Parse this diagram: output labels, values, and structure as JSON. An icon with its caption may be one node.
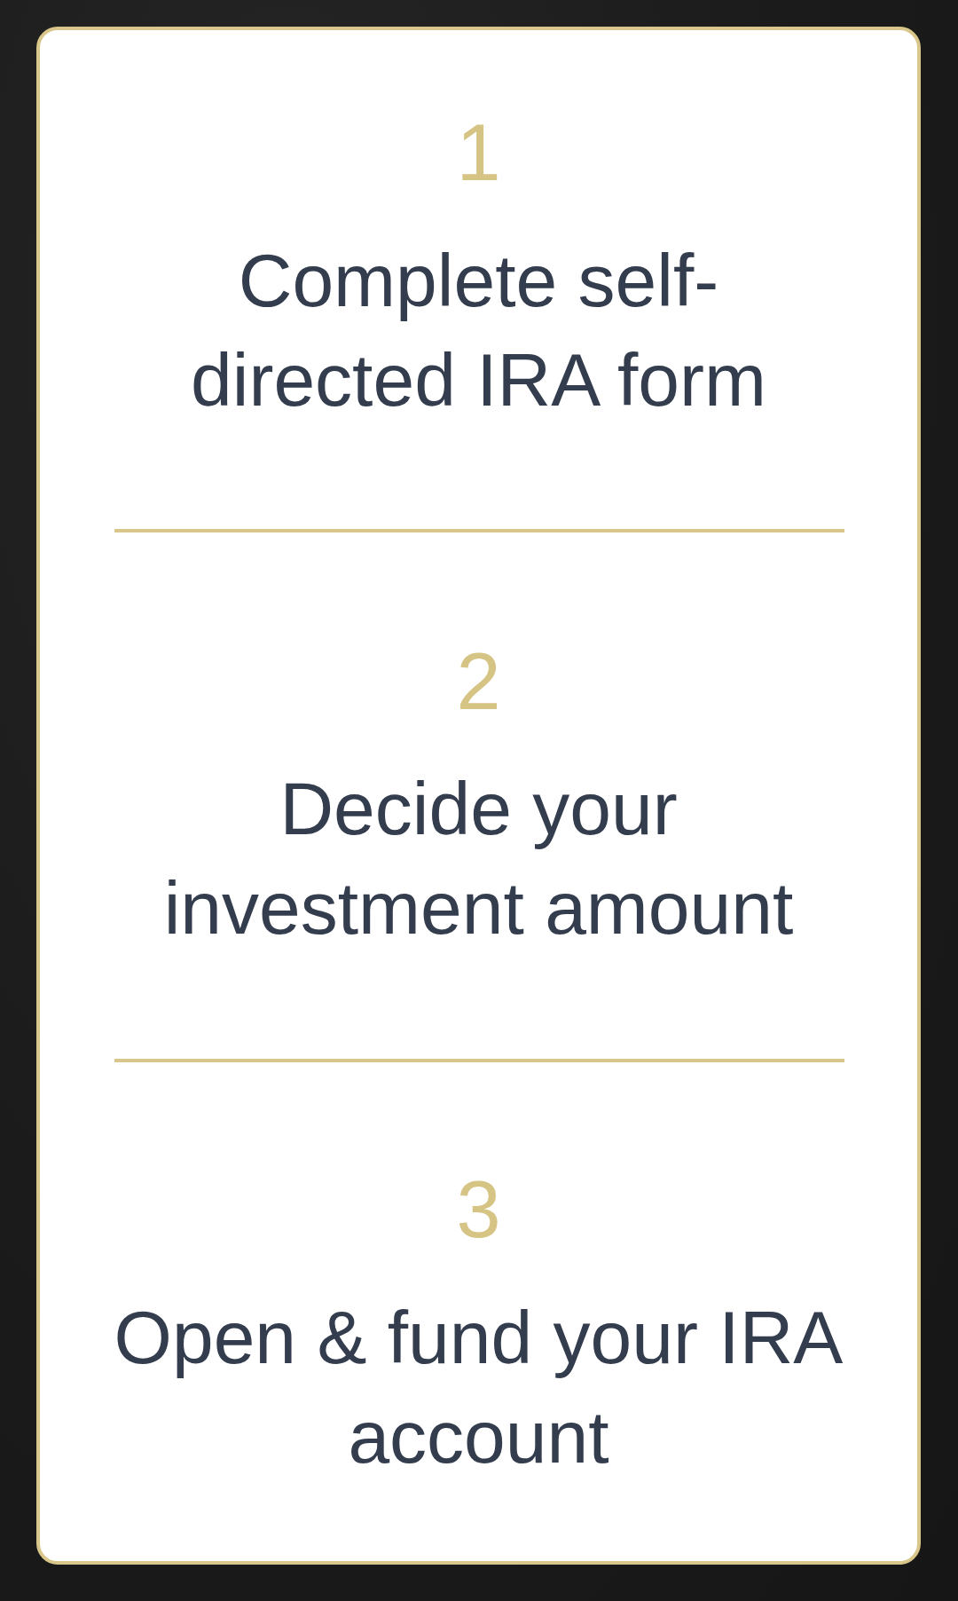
{
  "diagram": {
    "nodes": [
      {
        "text": [
          "1",
          "Complete self-directed IRA form",
          "2",
          "Decide your investment amount",
          "3",
          "Open & fund your IRA account"
        ]
      }
    ]
  }
}
